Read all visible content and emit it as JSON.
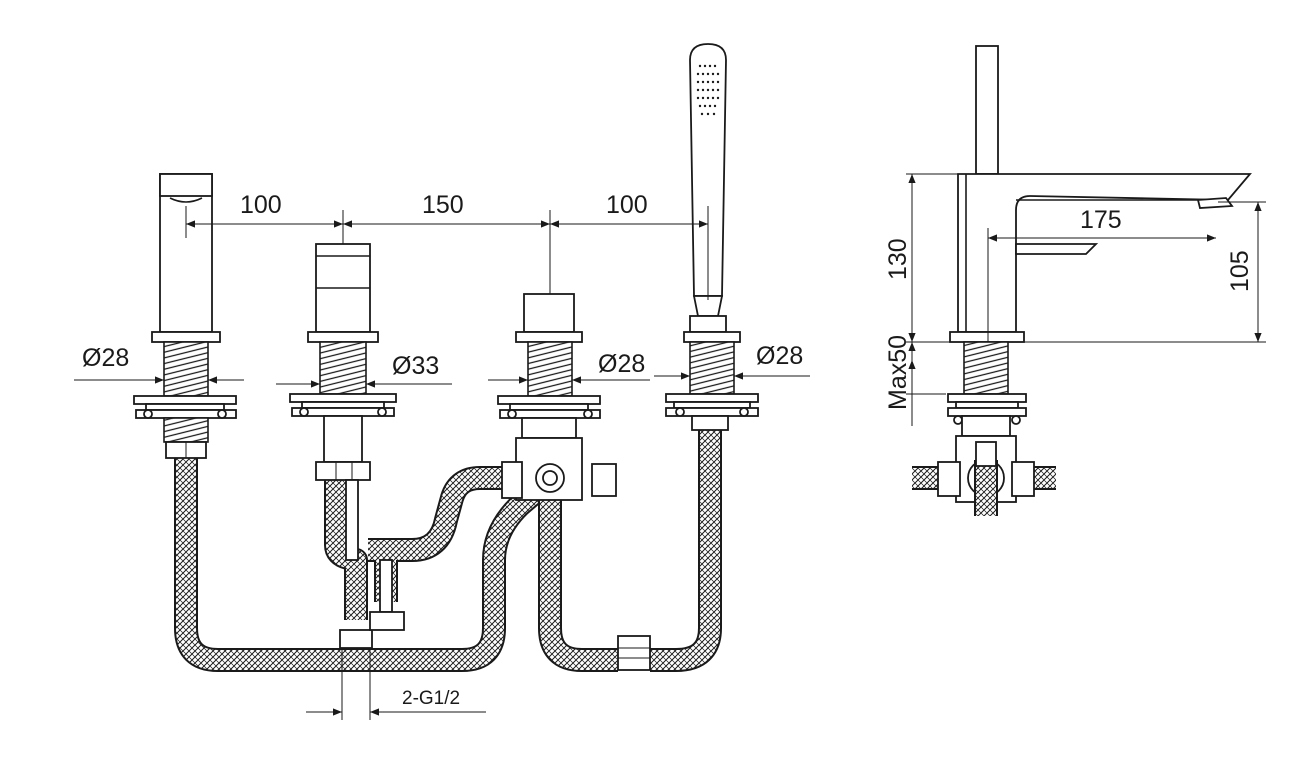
{
  "drawing": {
    "front_view": {
      "spacing_dims": [
        "100",
        "150",
        "100"
      ],
      "diameter_dims": [
        "Ø28",
        "Ø33",
        "Ø28",
        "Ø28"
      ],
      "connection_dim": "2-G1/2"
    },
    "side_view": {
      "height_dim": "130",
      "spout_reach_dim": "175",
      "spout_height_dim": "105",
      "max_deck_dim": "Max50"
    }
  }
}
